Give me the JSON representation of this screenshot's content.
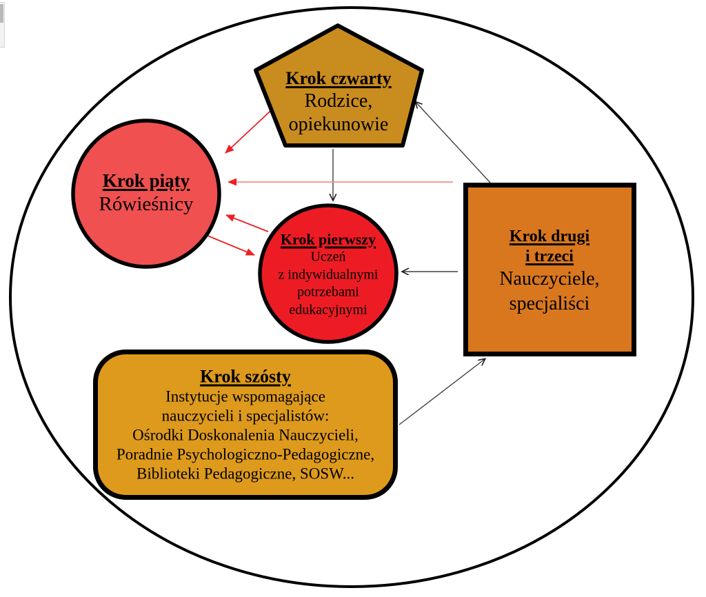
{
  "colors": {
    "background": "#ffffff",
    "outline": "#000000",
    "pentagon_fill": "#c98c1e",
    "left_circle_fill": "#f05050",
    "center_circle_fill": "#ed1c24",
    "square_fill": "#d9771e",
    "rounded_rect_fill": "#dd9a1c",
    "red_arrow": "#ed2024",
    "red_arrow_light": "#f08e8e",
    "black_arrow": "#3d3d3d"
  },
  "nodes": {
    "step4": {
      "title": "Krok czwarty",
      "line1": "Rodzice,",
      "line2": "opiekunowie"
    },
    "step5": {
      "title": "Krok piąty",
      "line1": "Rówieśnicy"
    },
    "step1": {
      "title": "Krok pierwszy",
      "line1": "Uczeń",
      "line2": "z indywidualnymi",
      "line3": "potrzebami",
      "line4": "edukacyjnymi"
    },
    "step23": {
      "title_line1": "Krok drugi",
      "title_line2": "i trzeci",
      "line1": "Nauczyciele,",
      "line2": "specjaliści"
    },
    "step6": {
      "title": "Krok szósty",
      "line1": "Instytucje wspomagające",
      "line2": "nauczycieli i specjalistów:",
      "line3": "Ośrodki Doskonalenia Nauczycieli,",
      "line4": "Poradnie Psychologiczno-Pedagogiczne,",
      "line5": "Biblioteki Pedagogiczne, SOSW..."
    }
  }
}
